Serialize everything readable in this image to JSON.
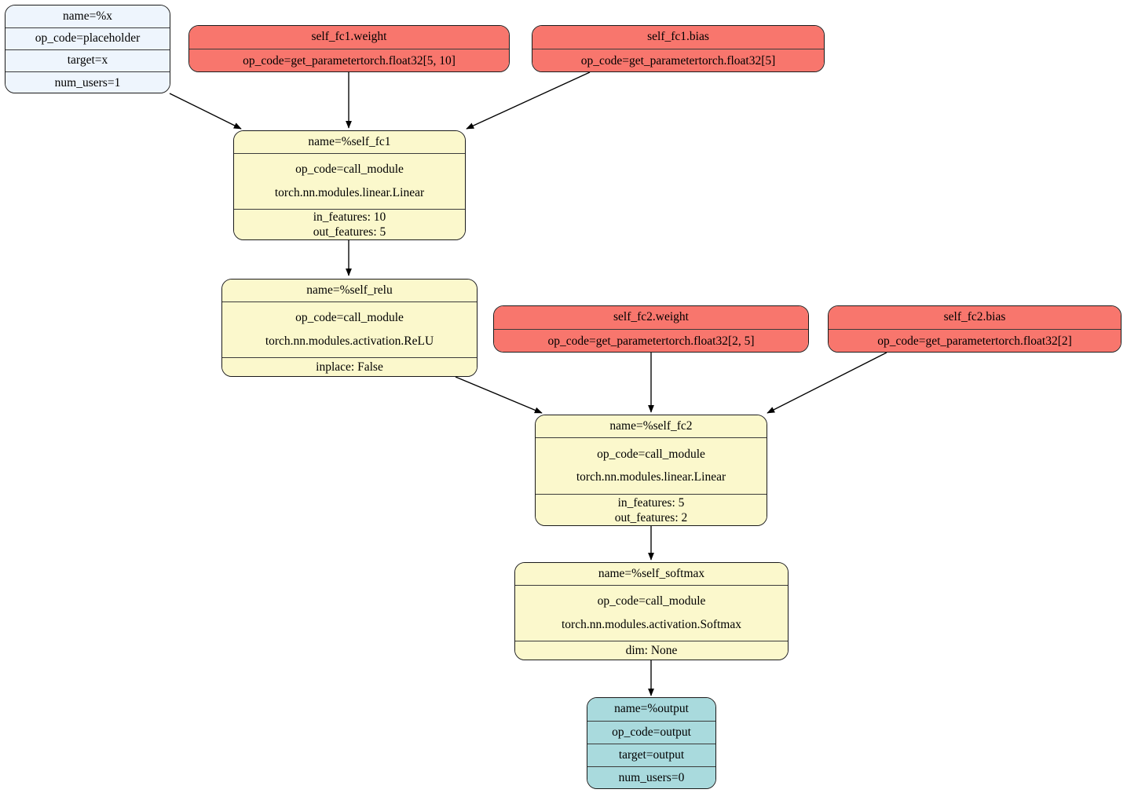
{
  "graph": {
    "type": "torch-fx-graph",
    "nodes": [
      {
        "id": "x",
        "kind": "placeholder",
        "color": "#eef5fd",
        "rows": [
          "name=%x",
          "op_code=placeholder",
          "target=x",
          "num_users=1"
        ]
      },
      {
        "id": "fc1_weight",
        "kind": "get_parameter",
        "color": "#f8766d",
        "rows": [
          "self_fc1.weight",
          "op_code=get_parametertorch.float32[5, 10]"
        ]
      },
      {
        "id": "fc1_bias",
        "kind": "get_parameter",
        "color": "#f8766d",
        "rows": [
          "self_fc1.bias",
          "op_code=get_parametertorch.float32[5]"
        ]
      },
      {
        "id": "self_fc1",
        "kind": "call_module",
        "color": "#fbf8cc",
        "title": "name=%self_fc1",
        "op_code": "op_code=call_module",
        "module": "torch.nn.modules.linear.Linear",
        "args": [
          "in_features: 10",
          "out_features: 5"
        ]
      },
      {
        "id": "self_relu",
        "kind": "call_module",
        "color": "#fbf8cc",
        "title": "name=%self_relu",
        "op_code": "op_code=call_module",
        "module": "torch.nn.modules.activation.ReLU",
        "args": [
          "inplace: False"
        ]
      },
      {
        "id": "fc2_weight",
        "kind": "get_parameter",
        "color": "#f8766d",
        "rows": [
          "self_fc2.weight",
          "op_code=get_parametertorch.float32[2, 5]"
        ]
      },
      {
        "id": "fc2_bias",
        "kind": "get_parameter",
        "color": "#f8766d",
        "rows": [
          "self_fc2.bias",
          "op_code=get_parametertorch.float32[2]"
        ]
      },
      {
        "id": "self_fc2",
        "kind": "call_module",
        "color": "#fbf8cc",
        "title": "name=%self_fc2",
        "op_code": "op_code=call_module",
        "module": "torch.nn.modules.linear.Linear",
        "args": [
          "in_features: 5",
          "out_features: 2"
        ]
      },
      {
        "id": "self_softmax",
        "kind": "call_module",
        "color": "#fbf8cc",
        "title": "name=%self_softmax",
        "op_code": "op_code=call_module",
        "module": "torch.nn.modules.activation.Softmax",
        "args": [
          "dim: None"
        ]
      },
      {
        "id": "output",
        "kind": "output",
        "color": "#a9dadd",
        "rows": [
          "name=%output",
          "op_code=output",
          "target=output",
          "num_users=0"
        ]
      }
    ],
    "edges": [
      {
        "from": "x",
        "to": "self_fc1"
      },
      {
        "from": "fc1_weight",
        "to": "self_fc1"
      },
      {
        "from": "fc1_bias",
        "to": "self_fc1"
      },
      {
        "from": "self_fc1",
        "to": "self_relu"
      },
      {
        "from": "self_relu",
        "to": "self_fc2"
      },
      {
        "from": "fc2_weight",
        "to": "self_fc2"
      },
      {
        "from": "fc2_bias",
        "to": "self_fc2"
      },
      {
        "from": "self_fc2",
        "to": "self_softmax"
      },
      {
        "from": "self_softmax",
        "to": "output"
      }
    ]
  },
  "n_x": {
    "r0": "name=%x",
    "r1": "op_code=placeholder",
    "r2": "target=x",
    "r3": "num_users=1"
  },
  "n_fc1_weight": {
    "r0": "self_fc1.weight",
    "r1": "op_code=get_parametertorch.float32[5, 10]"
  },
  "n_fc1_bias": {
    "r0": "self_fc1.bias",
    "r1": "op_code=get_parametertorch.float32[5]"
  },
  "n_self_fc1": {
    "r0": "name=%self_fc1",
    "r1a": "op_code=call_module",
    "r1b": "torch.nn.modules.linear.Linear",
    "r2a": "in_features: 10",
    "r2b": "out_features: 5"
  },
  "n_self_relu": {
    "r0": "name=%self_relu",
    "r1a": "op_code=call_module",
    "r1b": "torch.nn.modules.activation.ReLU",
    "r2": "inplace: False"
  },
  "n_fc2_weight": {
    "r0": "self_fc2.weight",
    "r1": "op_code=get_parametertorch.float32[2, 5]"
  },
  "n_fc2_bias": {
    "r0": "self_fc2.bias",
    "r1": "op_code=get_parametertorch.float32[2]"
  },
  "n_self_fc2": {
    "r0": "name=%self_fc2",
    "r1a": "op_code=call_module",
    "r1b": "torch.nn.modules.linear.Linear",
    "r2a": "in_features: 5",
    "r2b": "out_features: 2"
  },
  "n_self_softmax": {
    "r0": "name=%self_softmax",
    "r1a": "op_code=call_module",
    "r1b": "torch.nn.modules.activation.Softmax",
    "r2": "dim: None"
  },
  "n_output": {
    "r0": "name=%output",
    "r1": "op_code=output",
    "r2": "target=output",
    "r3": "num_users=0"
  }
}
